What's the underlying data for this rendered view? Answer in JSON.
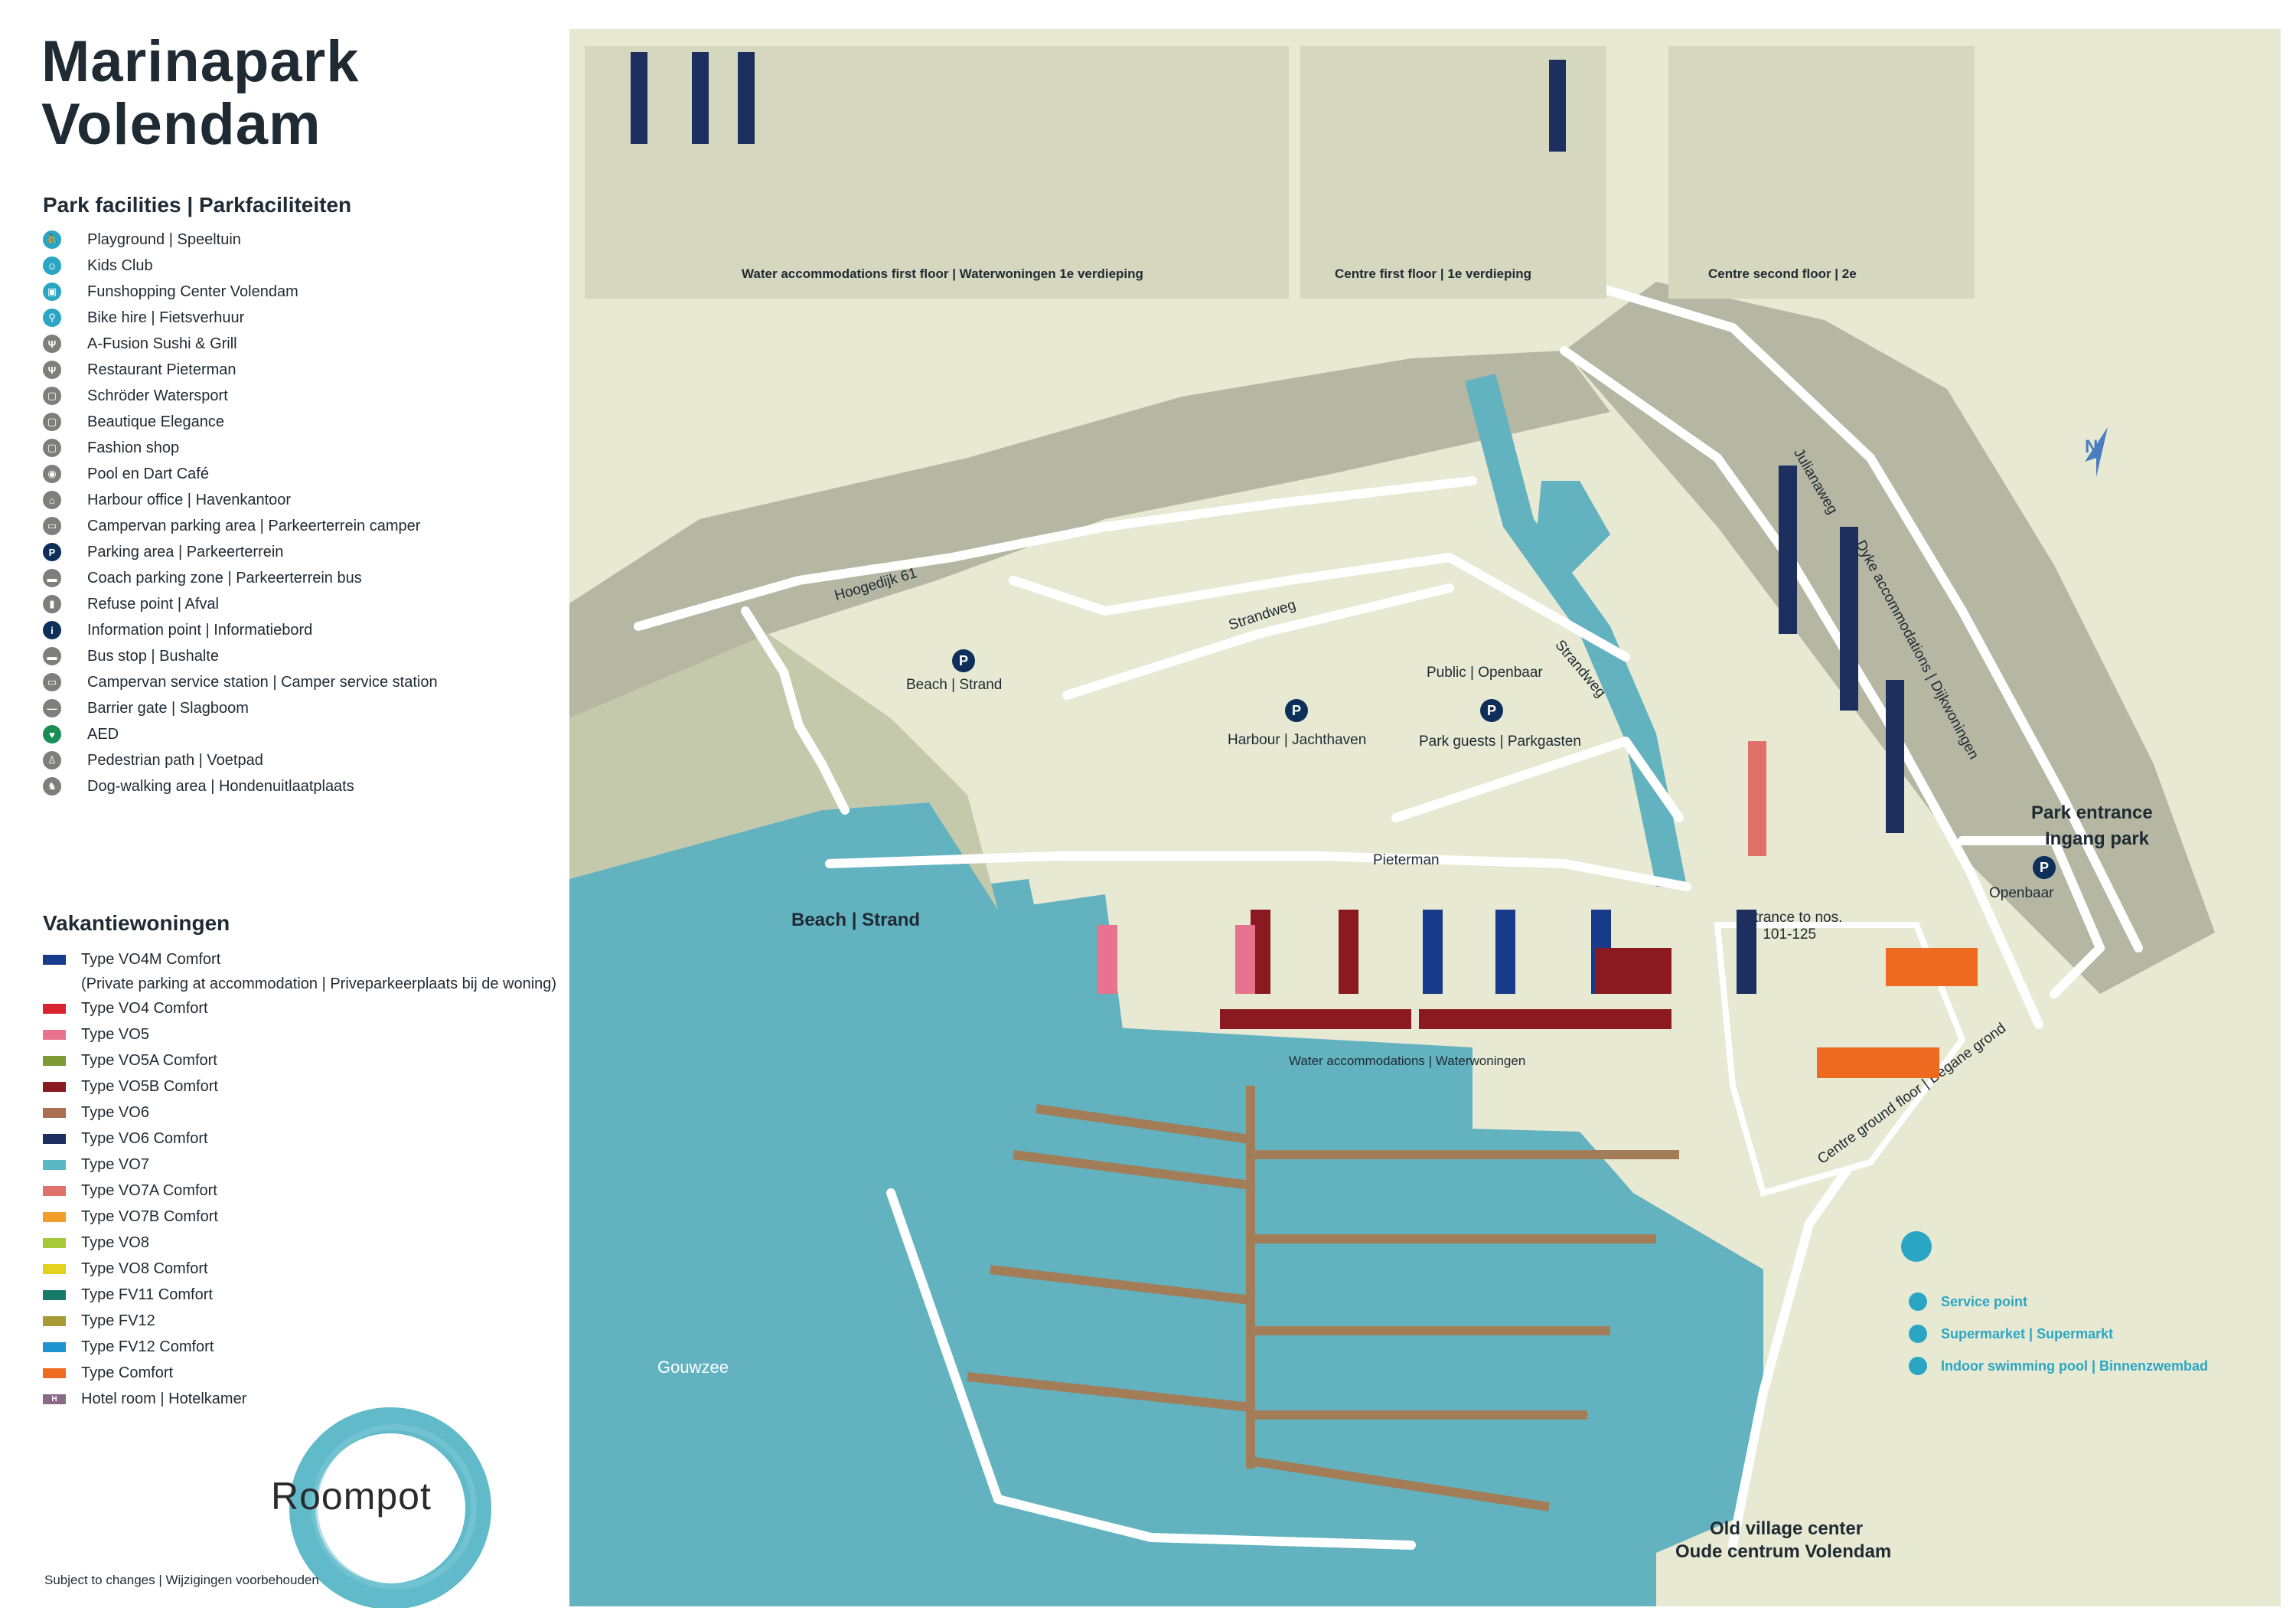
{
  "title_line1": "Marinapark",
  "title_line2": "Volendam",
  "facilities_heading": "Park facilities | Parkfaciliteiten",
  "facilities": [
    {
      "label": "Playground | Speeltuin",
      "icon": "playground-icon",
      "color": "#2aa6c4",
      "glyph": "⛹"
    },
    {
      "label": "Kids Club",
      "icon": "kids-club-icon",
      "color": "#2aa6c4",
      "glyph": "☺"
    },
    {
      "label": "Funshopping Center Volendam",
      "icon": "shopping-bag-icon",
      "color": "#2aa6c4",
      "glyph": "▣"
    },
    {
      "label": "Bike hire | Fietsverhuur",
      "icon": "bike-icon",
      "color": "#2aa6c4",
      "glyph": "⚲"
    },
    {
      "label": "A-Fusion Sushi & Grill",
      "icon": "restaurant-icon",
      "color": "#7c7f7a",
      "glyph": "Ψ"
    },
    {
      "label": "Restaurant Pieterman",
      "icon": "restaurant-icon",
      "color": "#7c7f7a",
      "glyph": "Ψ"
    },
    {
      "label": "Schröder Watersport",
      "icon": "shop-icon",
      "color": "#7c7f7a",
      "glyph": "▢"
    },
    {
      "label": "Beautique Elegance",
      "icon": "shop-icon",
      "color": "#7c7f7a",
      "glyph": "▢"
    },
    {
      "label": "Fashion shop",
      "icon": "shop-icon",
      "color": "#7c7f7a",
      "glyph": "▢"
    },
    {
      "label": "Pool en Dart Café",
      "icon": "cafe-icon",
      "color": "#7c7f7a",
      "glyph": "◉"
    },
    {
      "label": "Harbour office | Havenkantoor",
      "icon": "harbour-office-icon",
      "color": "#7c7f7a",
      "glyph": "⌂"
    },
    {
      "label": "Campervan parking area | Parkeerterrein camper",
      "icon": "campervan-icon",
      "color": "#7c7f7a",
      "glyph": "▭"
    },
    {
      "label": "Parking area | Parkeerterrein",
      "icon": "parking-icon",
      "color": "#0e2f5a",
      "glyph": "P"
    },
    {
      "label": "Coach parking zone | Parkeerterrein bus",
      "icon": "bus-parking-icon",
      "color": "#7c7f7a",
      "glyph": "▬"
    },
    {
      "label": "Refuse point | Afval",
      "icon": "refuse-icon",
      "color": "#7c7f7a",
      "glyph": "▮"
    },
    {
      "label": "Information point | Informatiebord",
      "icon": "info-icon",
      "color": "#0e2f5a",
      "glyph": "i"
    },
    {
      "label": "Bus stop | Bushalte",
      "icon": "bus-stop-icon",
      "color": "#7c7f7a",
      "glyph": "▬"
    },
    {
      "label": "Campervan service station | Camper service station",
      "icon": "campervan-service-icon",
      "color": "#7c7f7a",
      "glyph": "▭"
    },
    {
      "label": "Barrier gate | Slagboom",
      "icon": "barrier-icon",
      "color": "#7c7f7a",
      "glyph": "—"
    },
    {
      "label": "AED",
      "icon": "aed-icon",
      "color": "#1a8f55",
      "glyph": "♥"
    },
    {
      "label": "Pedestrian path | Voetpad",
      "icon": "pedestrian-icon",
      "color": "#7c7f7a",
      "glyph": "♙"
    },
    {
      "label": "Dog-walking area | Hondenuitlaatplaats",
      "icon": "dog-icon",
      "color": "#7c7f7a",
      "glyph": "♞"
    }
  ],
  "types_heading": "Vakantiewoningen",
  "types": [
    {
      "label": "Type VO4M Comfort",
      "color": "#173b8a"
    },
    {
      "label": "(Private parking at accommodation | Priveparkeerplaats bij de woning)",
      "note": true
    },
    {
      "label": "Type VO4 Comfort",
      "color": "#d9232f"
    },
    {
      "label": "Type VO5",
      "color": "#e7738f"
    },
    {
      "label": "Type VO5A Comfort",
      "color": "#7b9a33"
    },
    {
      "label": "Type VO5B Comfort",
      "color": "#8a1a1f"
    },
    {
      "label": "Type VO6",
      "color": "#a87050"
    },
    {
      "label": "Type VO6 Comfort",
      "color": "#1c2f5e"
    },
    {
      "label": "Type VO7",
      "color": "#5bb7c3"
    },
    {
      "label": "Type VO7A Comfort",
      "color": "#e0706a"
    },
    {
      "label": "Type VO7B Comfort",
      "color": "#f0a02a"
    },
    {
      "label": "Type VO8",
      "color": "#a6c93a"
    },
    {
      "label": "Type VO8 Comfort",
      "color": "#e2d21d"
    },
    {
      "label": "Type FV11 Comfort",
      "color": "#167a6a"
    },
    {
      "label": "Type FV12",
      "color": "#a99a38"
    },
    {
      "label": "Type FV12 Comfort",
      "color": "#1f93cf"
    },
    {
      "label": "Type Comfort",
      "color": "#ee6a21"
    },
    {
      "label": "Hotel room | Hotelkamer",
      "color": "#8a6a86",
      "hotel": true
    }
  ],
  "brand": "Roompot",
  "footer": "Subject to changes | Wijzigingen voorbehouden",
  "map": {
    "water_color": "#62b2c0",
    "land_color": "#e7e9d2",
    "grass_color": "#c5c9ab",
    "dike_color": "#b5b7a3",
    "jetty_color": "#a27d57",
    "labels": {
      "water_first_floor": "Water accommodations first floor | Waterwoningen 1e verdieping",
      "centre_first_floor": "Centre first floor | 1e verdieping",
      "centre_second_floor": "Centre second floor | 2e",
      "hoogedijk": "Hoogedijk 61",
      "strandweg_1": "Strandweg",
      "strandweg_2": "Strandweg",
      "julianaweg": "Julianaweg",
      "dyke_accommodations": "Dyke accommodations | Dijkwoningen",
      "beach_strand_parking": "Beach | Strand",
      "harbour": "Harbour | Jachthaven",
      "public": "Public | Openbaar",
      "park_guests": "Park guests | Parkgasten",
      "pieterman": "Pieterman",
      "beach": "Beach | Strand",
      "water_accommodations": "Water accommodations | Waterwoningen",
      "entrance_nos": "Entrance to nos.\n101-125",
      "park_entrance_1": "Park entrance",
      "park_entrance_2": "Ingang park",
      "openbaar": "Openbaar",
      "centre_ground_floor": "Centre ground floor | Begane grond",
      "gouwzee": "Gouwzee",
      "old_village_1": "Old village center",
      "old_village_2": "Oude centrum Volendam",
      "north": "N",
      "parking_glyph": "P"
    },
    "services": [
      {
        "label": "Service point",
        "icon": "service-point-icon"
      },
      {
        "label": "Supermarket | Supermarkt",
        "icon": "supermarket-icon"
      },
      {
        "label": "Indoor swimming pool | Binnenzwembad",
        "icon": "swimming-pool-icon"
      }
    ]
  }
}
